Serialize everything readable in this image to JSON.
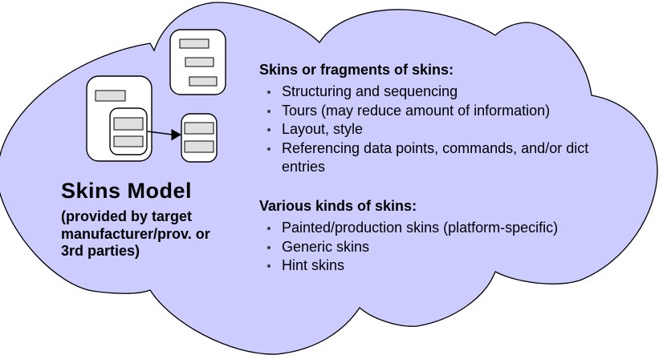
{
  "colors": {
    "cloud_fill": "#CCCCFF",
    "outline": "#000000",
    "card_fill": "#FFFFFF",
    "field_fill": "#E0E0E0",
    "text_color": "#000000"
  },
  "title_block": {
    "title": "Skins Model",
    "subtitle_lines": [
      "(provided by target",
      "manufacturer/prov. or",
      "3rd parties)"
    ]
  },
  "sections": [
    {
      "heading": "Skins or fragments of skins:",
      "items": [
        "Structuring and sequencing",
        "Tours (may reduce amount of information)",
        "Layout, style",
        "Referencing data points, commands, and/or dict entries"
      ]
    },
    {
      "heading": "Various kinds of skins:",
      "items": [
        "Painted/production skins (platform-specific)",
        "Generic skins",
        "Hint skins"
      ]
    }
  ],
  "icons": {
    "cloud": "cloud-outline",
    "cards": [
      "skin-document-top",
      "skin-document-large",
      "skin-fragment-small"
    ],
    "arrow": "fragment-extraction-arrow"
  }
}
